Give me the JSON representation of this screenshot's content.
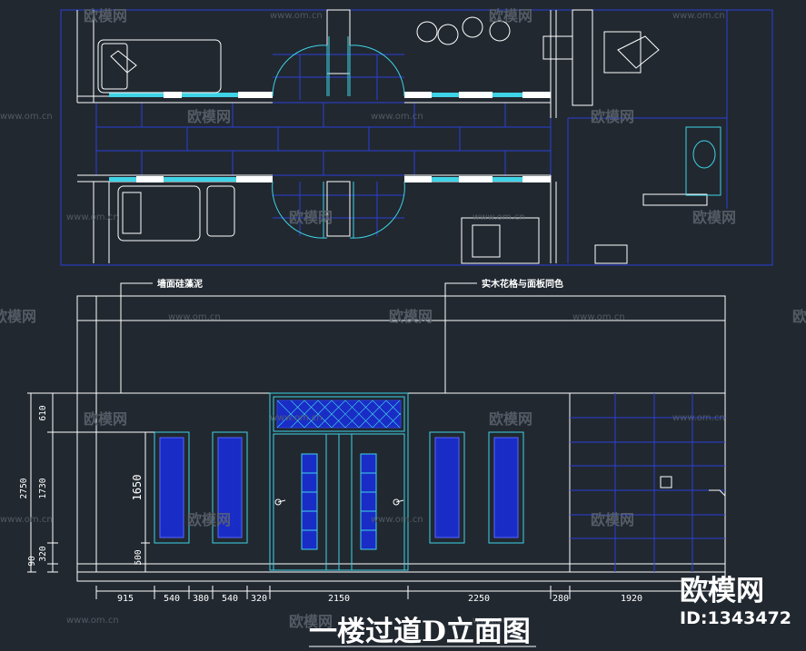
{
  "drawing": {
    "title": "一楼过道D立面图",
    "notes": {
      "wall_finish": "墙面硅藻泥",
      "lattice": "实木花格与面板同色"
    },
    "horizontal_dimensions": [
      "915",
      "540",
      "380",
      "540",
      "320",
      "2150",
      "2250",
      "280",
      "1920"
    ],
    "vertical_dimensions": {
      "overall": "2750",
      "top": "610",
      "middle": "1730",
      "base_a": "90",
      "base_b": "320",
      "panel_height": "1650",
      "panel_base": "500"
    }
  },
  "watermark": {
    "brand": "欧模网",
    "url": "www.om.cn",
    "logo": "欧模网",
    "id": "ID:1343472"
  },
  "colors": {
    "background": "#212830",
    "line_white": "#ffffff",
    "line_blue": "#2a3fd8",
    "line_cyan": "#3fd3e6",
    "panel_fill": "#1a2cc6"
  }
}
